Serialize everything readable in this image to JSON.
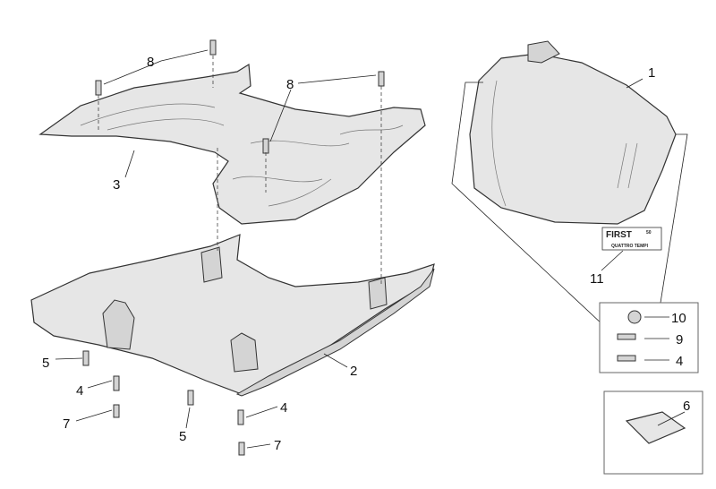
{
  "callouts": [
    {
      "id": "c8a",
      "label": "8"
    },
    {
      "id": "c8b",
      "label": "8"
    },
    {
      "id": "c1",
      "label": "1"
    },
    {
      "id": "c3",
      "label": "3"
    },
    {
      "id": "c11",
      "label": "11"
    },
    {
      "id": "c10",
      "label": "10"
    },
    {
      "id": "c9",
      "label": "9"
    },
    {
      "id": "c4a",
      "label": "4"
    },
    {
      "id": "c2",
      "label": "2"
    },
    {
      "id": "c5a",
      "label": "5"
    },
    {
      "id": "c4b",
      "label": "4"
    },
    {
      "id": "c7a",
      "label": "7"
    },
    {
      "id": "c5b",
      "label": "5"
    },
    {
      "id": "c4c",
      "label": "4"
    },
    {
      "id": "c7b",
      "label": "7"
    },
    {
      "id": "c6",
      "label": "6"
    }
  ],
  "badge": {
    "brand": "FIRST",
    "displacement": "50",
    "subtitle": "QUATTRO TEMPI"
  }
}
